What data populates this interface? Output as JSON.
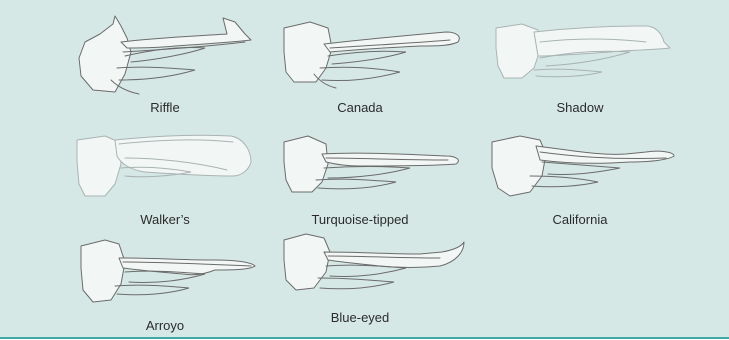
{
  "figure": {
    "accent_color": "#3fa8a8",
    "background_color": "#d6e8e6",
    "specimens": [
      {
        "label": "Riffle"
      },
      {
        "label": "Canada"
      },
      {
        "label": "Shadow"
      },
      {
        "label": "Walker’s"
      },
      {
        "label": "Turquoise-tipped"
      },
      {
        "label": "California"
      },
      {
        "label": "Arroyo"
      },
      {
        "label": "Blue-eyed"
      }
    ]
  }
}
